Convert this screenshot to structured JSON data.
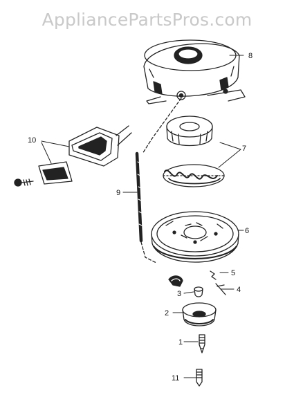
{
  "watermark": "AppliancePartsPros.com",
  "callouts": [
    "8",
    "10",
    "7",
    "9",
    "6",
    "5",
    "3",
    "4",
    "2",
    "1",
    "11"
  ],
  "colors": {
    "line": "#222222",
    "watermark": "#c9c9c9"
  }
}
